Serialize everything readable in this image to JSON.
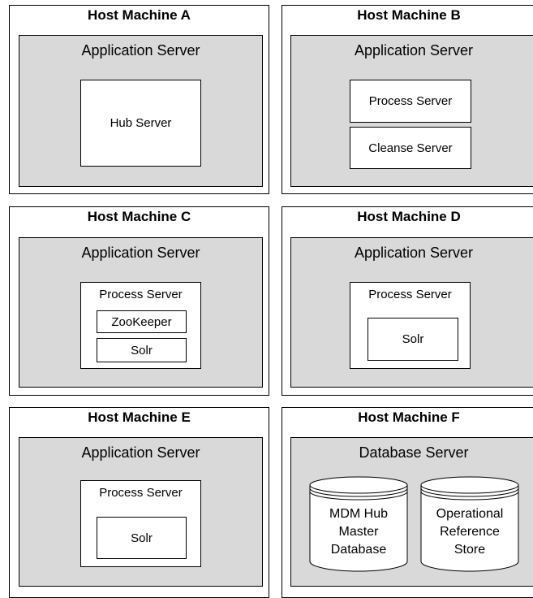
{
  "hosts": {
    "a": {
      "title": "Host Machine A",
      "server": "Application Server",
      "hub": "Hub Server"
    },
    "b": {
      "title": "Host Machine B",
      "server": "Application Server",
      "process": "Process Server",
      "cleanse": "Cleanse Server"
    },
    "c": {
      "title": "Host Machine C",
      "server": "Application Server",
      "process": "Process Server",
      "zookeeper": "ZooKeeper",
      "solr": "Solr"
    },
    "d": {
      "title": "Host Machine D",
      "server": "Application Server",
      "process": "Process Server",
      "solr": "Solr"
    },
    "e": {
      "title": "Host Machine E",
      "server": "Application Server",
      "process": "Process Server",
      "solr": "Solr"
    },
    "f": {
      "title": "Host Machine F",
      "server": "Database Server",
      "db1": "MDM Hub\nMaster\nDatabase",
      "db2": "Operational\nReference\nStore"
    }
  }
}
